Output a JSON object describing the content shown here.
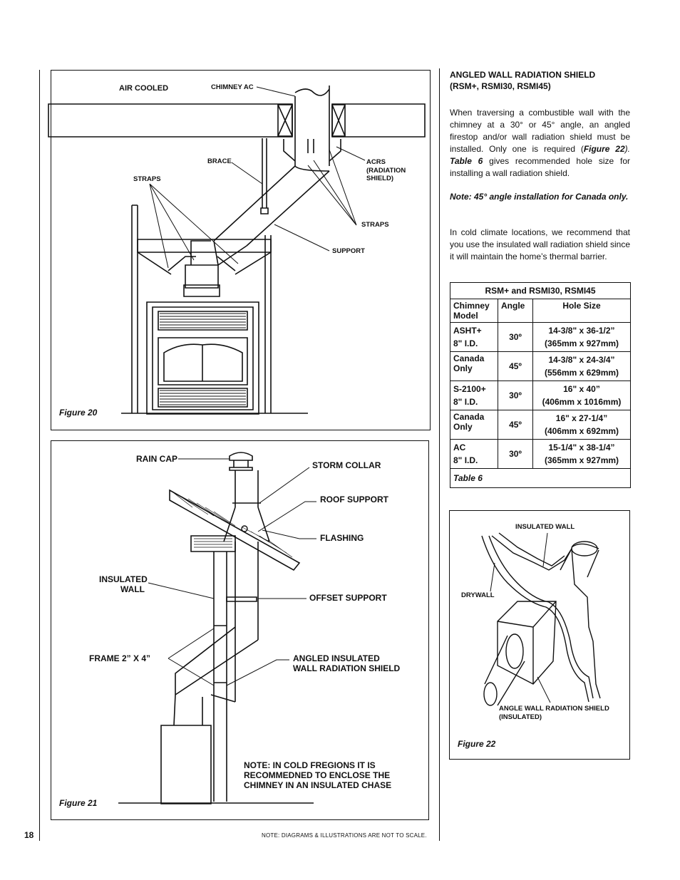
{
  "page": {
    "number": "18",
    "footer_note": "NOTE: DIAGRAMS & ILLUSTRATIONS ARE NOT TO SCALE."
  },
  "fig20": {
    "caption": "Figure 20",
    "labels": {
      "air_cooled": "AIR COOLED",
      "chimney_ac": "CHIMNEY AC",
      "brace": "BRACE",
      "acrs": "ACRS\n(RADIATION\nSHIELD)",
      "straps_left": "STRAPS",
      "straps_right": "STRAPS",
      "support": "SUPPORT"
    }
  },
  "fig21": {
    "caption": "Figure 21",
    "labels": {
      "rain_cap": "RAIN CAP",
      "storm_collar": "STORM COLLAR",
      "roof_support": "ROOF SUPPORT",
      "flashing": "FLASHING",
      "insulated_wall": "INSULATED\nWALL",
      "offset_support": "OFFSET SUPPORT",
      "frame": "FRAME 2” X 4”",
      "angled_shield": "ANGLED INSULATED\nWALL RADIATION SHIELD",
      "note": "NOTE:  IN COLD FREGIONS IT IS\nRECOMMEDNED TO ENCLOSE THE\nCHIMNEY IN AN INSULATED CHASE"
    }
  },
  "fig22": {
    "caption": "Figure 22",
    "labels": {
      "insulated_wall": "INSULATED WALL",
      "drywall": "DRYWALL",
      "angle_shield": "ANGLE WALL RADIATION SHIELD\n(INSULATED)"
    }
  },
  "section": {
    "heading_line1": "ANGLED WALL RADIATION SHIELD",
    "heading_line2": "(RSM+, RSMI30, RSMI45)",
    "para1_a": "When traversing a combustible wall with the chimney at a 30° or 45° angle, an angled firestop and/or wall radiation shield must be installed. Only one is required (",
    "para1_fig": "Figure 22",
    "para1_b": "). ",
    "para1_table": "Table 6",
    "para1_c": " gives recommended hole size for installing a wall radiation shield.",
    "note": "Note: 45° angle installation for Canada only.",
    "para2": "In cold climate locations, we recommend that you use the insulated wall radiation shield since it will maintain the home’s thermal barrier."
  },
  "table6": {
    "title": "RSM+ and  RSMI30, RSMI45",
    "headers": [
      "Chimney\nModel",
      "Angle",
      "Hole Size"
    ],
    "rows": [
      {
        "model": "ASHT+\n8\" I.D.",
        "angle": "30º",
        "hole": "14-3/8\" x 36-1/2”\n(365mm x 927mm)"
      },
      {
        "model": "Canada\nOnly",
        "angle": "45º",
        "hole": "14-3/8\" x 24-3/4”\n(556mm x 629mm)"
      },
      {
        "model": "S-2100+\n8\" I.D.",
        "angle": "30º",
        "hole": "16\" x 40”\n(406mm x 1016mm)"
      },
      {
        "model": "Canada\nOnly",
        "angle": "45º",
        "hole": "16\" x 27-1/4”\n(406mm x 692mm)"
      },
      {
        "model": "AC\n8\" I.D.",
        "angle": "30º",
        "hole": "15-1/4\" x 38-1/4”\n(365mm x 927mm)"
      }
    ],
    "caption": "Table 6"
  }
}
